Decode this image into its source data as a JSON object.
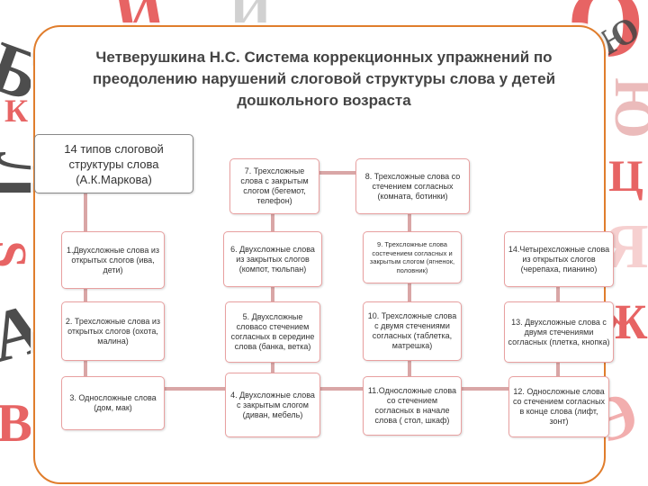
{
  "title": "Четверушкина Н.С. Система коррекционных упражнений по преодолению нарушений слоговой структуры слова у детей дошкольного возраста",
  "colors": {
    "panel_border": "#e07d2c",
    "box_border": "#e8a0a0",
    "connector": "#d9a6a6"
  },
  "header_box": "14 типов слоговой структуры слова (А.К.Маркова)",
  "types": {
    "t1": "1.Двухсложные слова из открытых слогов (ива, дети)",
    "t2": "2. Трехсложные слова из открытых слогов (охота, малина)",
    "t3": "3. Односложные слова (дом, мак)",
    "t4": "4. Двухсложные слова с закрытым слогом (диван, мебель)",
    "t5": "5. Двухсложные словасо стечением согласных в середине слова (банка, ветка)",
    "t6": "6. Двухсложные слова из закрытых слогов (компот, тюльпан)",
    "t7": "7. Трехсложные слова с закрытым слогом (бегемот, телефон)",
    "t8": "8. Трехсложные слова со стечением согласных (комната, ботинки)",
    "t9": "9. Трехсложные слова состечением согласных и закрытым слогом (ягненок, половник)",
    "t10": "10. Трехсложные слова с двумя стечениями согласных (таблетка, матрешка)",
    "t11": "11.Односложные слова со стечением согласных в начале слова ( стол, шкаф)",
    "t12": "12. Односложные слова со стечением согласных в конце слова (лифт, зонт)",
    "t13": "13. Двухсложные слова с двумя стечениями согласных (плетка, кнопка)",
    "t14": "14.Четырехсложные слова из открытых слогов (черепаха, пианино)"
  },
  "background_letters": [
    "И",
    "Й",
    "Б",
    "О",
    "Ю",
    "К",
    "Л",
    "S",
    "Ю",
    "Ц",
    "Я",
    "А",
    "В",
    "Ж",
    "Э"
  ]
}
